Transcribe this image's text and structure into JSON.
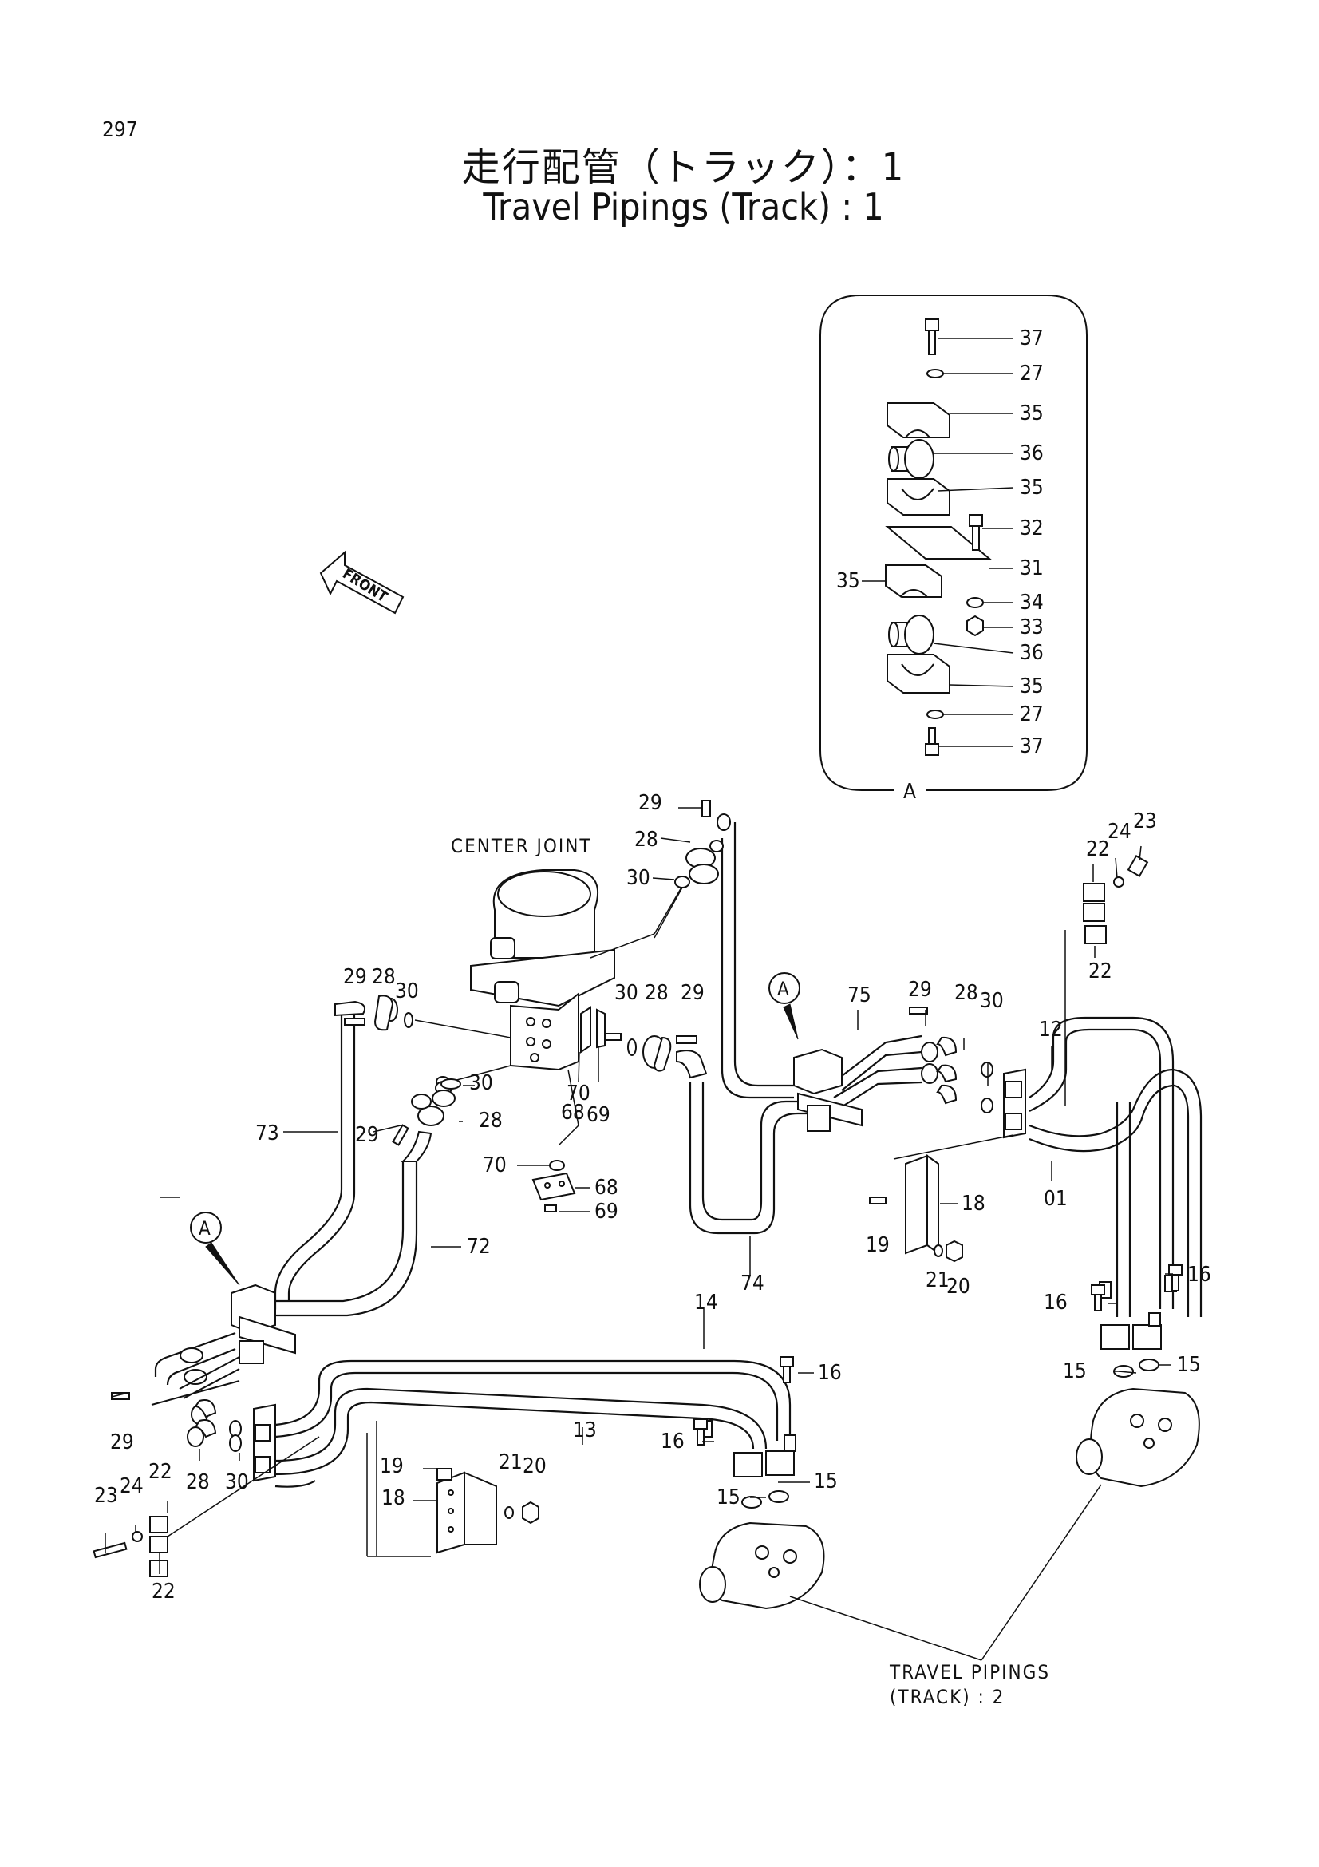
{
  "page_number": "297",
  "title_jp": "走行配管（トラック）：1",
  "title_en": "Travel Pipings (Track) : 1",
  "front_label": "FRONT",
  "center_joint_label": "CENTER JOINT",
  "detail_view_label": "A",
  "callout_a": "A",
  "travel_pipings_label_line1": "TRAVEL PIPINGS",
  "travel_pipings_label_line2": "(TRACK) : 2",
  "detail_parts": [
    "37",
    "27",
    "35",
    "36",
    "35",
    "32",
    "31",
    "35",
    "34",
    "33",
    "36",
    "35",
    "27",
    "37"
  ],
  "parts": {
    "p01": "01",
    "p12": "12",
    "p13": "13",
    "p14": "14",
    "p15": "15",
    "p16": "16",
    "p18": "18",
    "p19": "19",
    "p20": "20",
    "p21": "21",
    "p22": "22",
    "p23": "23",
    "p24": "24",
    "p28": "28",
    "p29": "29",
    "p30": "30",
    "p68": "68",
    "p69": "69",
    "p70": "70",
    "p72": "72",
    "p73": "73",
    "p74": "74",
    "p75": "75"
  }
}
